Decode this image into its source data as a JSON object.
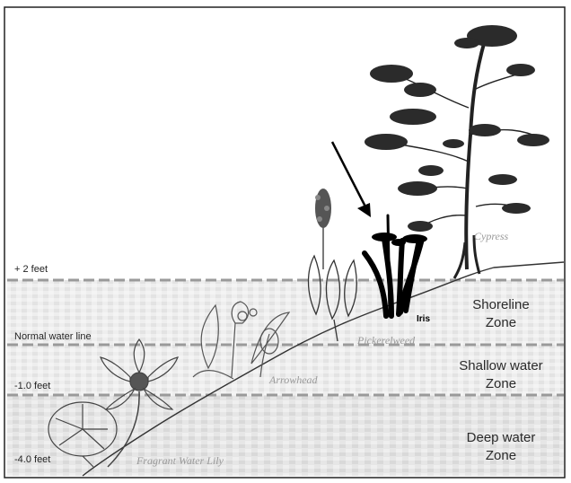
{
  "levels": {
    "plus2": "+ 2 feet",
    "normal": "Normal water line",
    "minus1": "-1.0 feet",
    "minus4": "-4.0 feet"
  },
  "zones": {
    "shoreline": [
      "Shoreline",
      "Zone"
    ],
    "shallow": [
      "Shallow water",
      "Zone"
    ],
    "deep": [
      "Deep water",
      "Zone"
    ]
  },
  "plants": {
    "cypress": "Cypress",
    "iris": "Iris",
    "pickerelweed": "Pickerelweed",
    "arrowhead": "Arrowhead",
    "water_lily": "Fragrant Water Lily"
  }
}
